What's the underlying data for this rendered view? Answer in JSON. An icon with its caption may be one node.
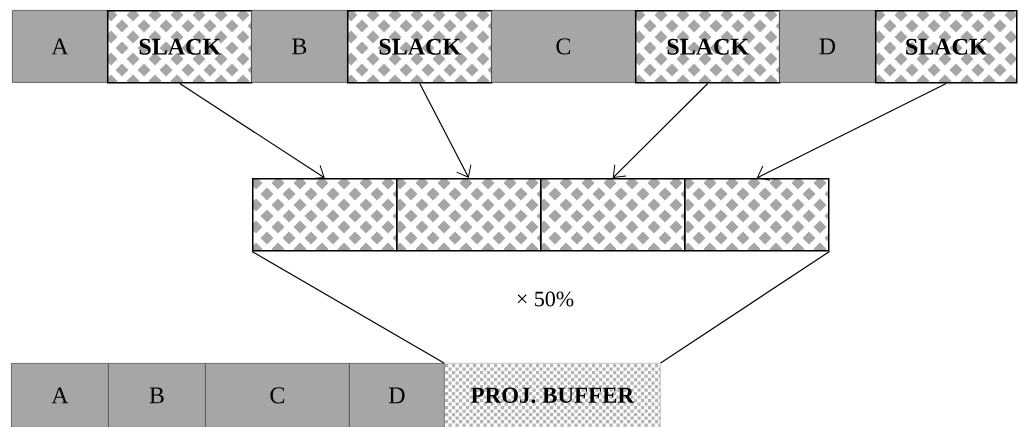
{
  "diagram": {
    "nodes": [
      {
        "text": [
          "A"
        ]
      },
      {
        "text": [
          "SLACK"
        ]
      },
      {
        "text": [
          "B"
        ]
      },
      {
        "text": [
          "SLACK"
        ]
      },
      {
        "text": [
          "C"
        ]
      },
      {
        "text": [
          "SLACK"
        ]
      },
      {
        "text": [
          "D"
        ]
      },
      {
        "text": [
          "SLACK"
        ]
      },
      {
        "text": [],
        "shape": "box"
      },
      {
        "text": [],
        "shape": "box"
      },
      {
        "text": [],
        "shape": "box"
      },
      {
        "text": [],
        "shape": "box"
      },
      {
        "text": [
          "A"
        ]
      },
      {
        "text": [
          "B"
        ]
      },
      {
        "text": [
          "C"
        ]
      },
      {
        "text": [
          "D"
        ]
      },
      {
        "text": [
          "PROJ. BUFFER"
        ]
      }
    ],
    "edges": [
      {
        "from": 1,
        "to": 8,
        "arrow": "to"
      },
      {
        "from": 3,
        "to": 9,
        "arrow": "to"
      },
      {
        "from": 5,
        "to": 10,
        "arrow": "to"
      },
      {
        "from": 7,
        "to": 11,
        "arrow": "to"
      },
      {
        "from": 8,
        "to": 16,
        "arrow": "none"
      },
      {
        "from": 11,
        "to": 16,
        "arrow": "none"
      }
    ],
    "labels": [
      "× 50%"
    ]
  }
}
